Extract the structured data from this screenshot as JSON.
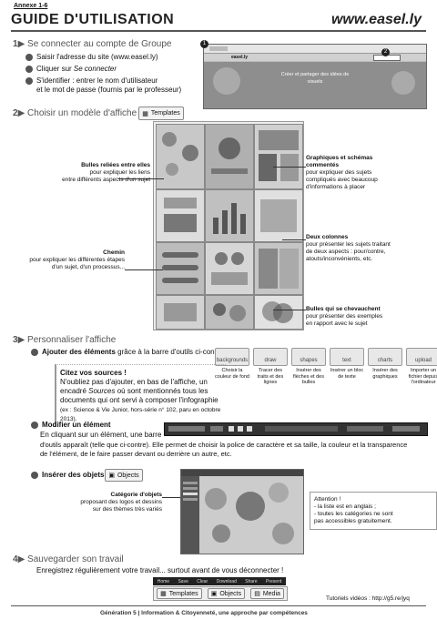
{
  "header": {
    "annexe": "Annexe 1-6",
    "title": "GUIDE D'UTILISATION",
    "site": "www.easel.ly"
  },
  "s1": {
    "num": "1",
    "heading": "Se connecter au compte de Groupe",
    "step1": "Saisir l'adresse du site (www.easel.ly)",
    "step2_prefix": "Cliquer sur ",
    "step2_em": "Se connecter",
    "step3a": "S'identifier : entrer le nom d'utilisateur",
    "step3b": "et le mot de passe (fournis par le professeur)",
    "shot_text_a": "Créer et partager des idées de",
    "shot_text_b": "visuels",
    "marker1": "1",
    "marker2": "2"
  },
  "s2": {
    "num": "2",
    "heading": "Choisir un modèle d'affiche",
    "templates_btn": "Templates",
    "c1_title": "Bulles reliées entre elles",
    "c1_l1": "pour expliquer les liens",
    "c1_l2": "entre différents aspects d'un sujet",
    "c2_title": "Chemin",
    "c2_l1": "pour expliquer les différentes étapes",
    "c2_l2": "d'un sujet, d'un processus...",
    "c3_title1": "Graphiques et schémas",
    "c3_title2": "commentés",
    "c3_l1": "pour expliquer des sujets",
    "c3_l2": "compliqués avec beaucoup",
    "c3_l3": "d'informations à placer",
    "c4_title": "Deux colonnes",
    "c4_l1": "pour présenter les sujets traitant",
    "c4_l2": "de deux aspects : pour/contre,",
    "c4_l3": "atouts/inconvénients, etc.",
    "c5_title": "Bulles qui se chevauchent",
    "c5_l1": "pour présenter des exemples",
    "c5_l2": "en rapport avec le sujet"
  },
  "s3": {
    "num": "3",
    "heading": "Personnaliser l'affiche",
    "add_bold": "Ajouter des éléments",
    "add_rest": " grâce à la barre d'outils ci-contre :",
    "toolbar": [
      {
        "name": "backgrounds",
        "label": "Choisir la couleur de fond"
      },
      {
        "name": "draw",
        "label": "Tracer des traits et des lignes"
      },
      {
        "name": "shapes",
        "label": "Insérer des flèches et des bulles"
      },
      {
        "name": "text",
        "label": "Insérer un bloc de texte"
      },
      {
        "name": "charts",
        "label": "Insérer des graphiques"
      },
      {
        "name": "upload",
        "label": "Importer un fichier depuis l'ordinateur"
      }
    ],
    "cite_title": "Citez vos sources !",
    "cite_l1": "N'oubliez pas d'ajouter, en bas de l'affiche, un",
    "cite_l2a": "encadré ",
    "cite_l2em": "Sources",
    "cite_l2b": " où sont mentionnés tous les",
    "cite_l3": "documents qui ont servi à composer l'infographie",
    "cite_ex": "(ex : Science & Vie Junior, hors-série n° 102, paru en octobre 2013).",
    "mod_title": "Modifier un élément",
    "mod_l1": "En cliquant sur un élément, une barre",
    "mod_l2": "d'outils apparaît (telle que ci-contre). Elle permet de choisir la police de caractère et sa taille, la couleur et la transparence",
    "mod_l3": "de l'élément, de le faire passer devant ou derrière un autre, etc.",
    "obj_title": "Insérer des objets",
    "obj_btn": "Objects",
    "cat_l1": "Catégorie d'objets",
    "cat_l2": "proposant des logos et dessins",
    "cat_l3": "sur des thèmes très variés",
    "att_title": "Attention !",
    "att_l1": "- la liste est en anglais ;",
    "att_l2": "- toutes les catégories ne sont",
    "att_l3": "pas accessibles gratuitement."
  },
  "s4": {
    "num": "4",
    "heading": "Sauvegarder son travail",
    "text": "Enregistrez régulièrement votre travail... surtout avant de vous déconnecter !",
    "menu": [
      "Home",
      "Save",
      "Clear",
      "Download",
      "Share",
      "Present"
    ],
    "btn_templates": "Templates",
    "btn_objects": "Objects",
    "btn_media": "Media",
    "tuto": "Tutoriels vidéos : http://g5.re/jyq"
  },
  "footer": "Génération 5 | Information & Citoyenneté, une approche par compétences"
}
